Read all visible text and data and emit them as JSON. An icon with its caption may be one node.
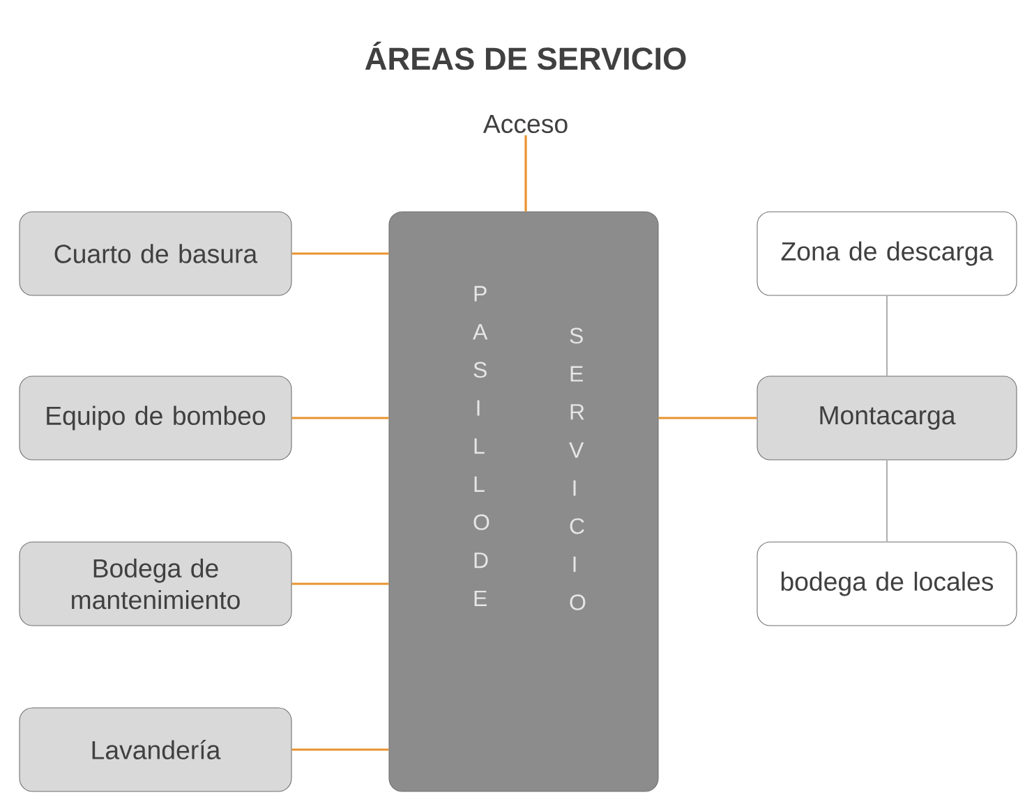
{
  "diagram": {
    "title": "ÁREAS DE SERVICIO",
    "nodes": [
      {
        "text": [
          "Acceso"
        ]
      },
      {
        "text": [
          "PASILLO DE",
          "SERVICIO"
        ]
      },
      {
        "text": [
          "Cuarto de basura"
        ]
      },
      {
        "text": [
          "Equipo de bombeo"
        ]
      },
      {
        "text": [
          "Bodega de mantenimiento"
        ]
      },
      {
        "text": [
          "Lavandería"
        ]
      },
      {
        "text": [
          "Zona de descarga"
        ]
      },
      {
        "text": [
          "Montacarga"
        ]
      },
      {
        "text": [
          "bodega de locales"
        ]
      }
    ],
    "edges": [
      {
        "from": 0,
        "to": 1,
        "arrow": "none"
      },
      {
        "from": 2,
        "to": 1,
        "arrow": "none"
      },
      {
        "from": 3,
        "to": 1,
        "arrow": "none"
      },
      {
        "from": 4,
        "to": 1,
        "arrow": "none"
      },
      {
        "from": 5,
        "to": 1,
        "arrow": "none"
      },
      {
        "from": 1,
        "to": 7,
        "arrow": "none"
      },
      {
        "from": 6,
        "to": 7,
        "arrow": "none",
        "color": "#b0b0b0"
      },
      {
        "from": 7,
        "to": 8,
        "arrow": "none",
        "color": "#b0b0b0"
      }
    ]
  }
}
